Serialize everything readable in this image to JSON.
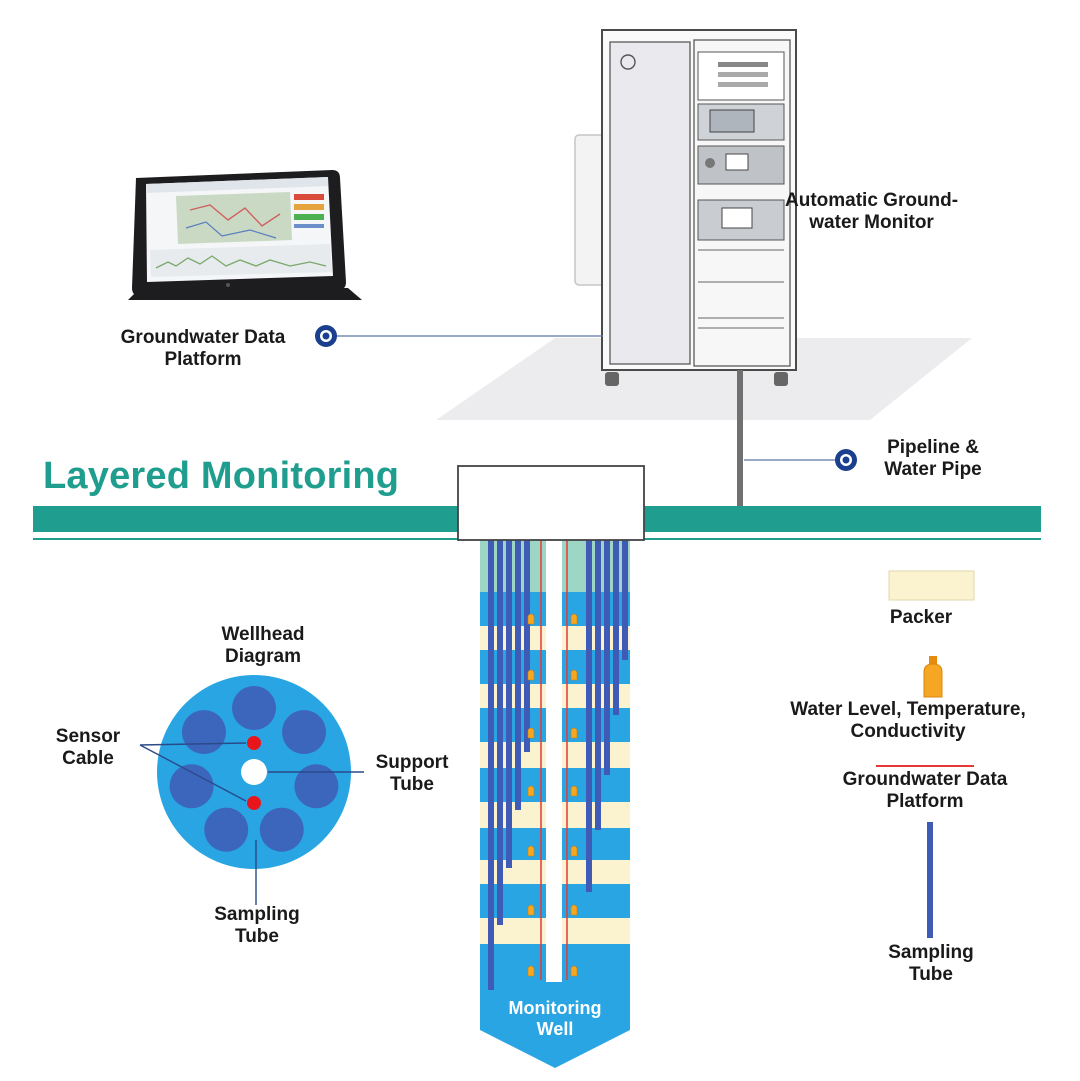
{
  "title": "Layered Monitoring",
  "colors": {
    "accent": "#1f9e8f",
    "water": "#29a5e3",
    "tube": "#3f5bb5",
    "packer": "#fbf3d0",
    "sensor": "#f5a623",
    "cable": "#e53935",
    "callout": "#1b3f8f"
  },
  "labels": {
    "monitor": [
      "Automatic Ground-",
      "water Monitor"
    ],
    "platform": [
      "Groundwater Data",
      "Platform"
    ],
    "pipeline": [
      "Pipeline &",
      "Water Pipe"
    ],
    "wellhead": [
      "Wellhead",
      "Diagram"
    ],
    "sensor_cable": [
      "Sensor",
      "Cable"
    ],
    "support_tube": [
      "Support",
      "Tube"
    ],
    "sampling_tube_left": [
      "Sampling",
      "Tube"
    ],
    "monitoring_well": [
      "Monitoring",
      "Well"
    ]
  },
  "legend": {
    "packer": "Packer",
    "sensor": [
      "Water Level, Temperature,",
      "Conductivity"
    ],
    "cable": [
      "Groundwater Data",
      "Platform"
    ],
    "tube": [
      "Sampling",
      "Tube"
    ]
  }
}
